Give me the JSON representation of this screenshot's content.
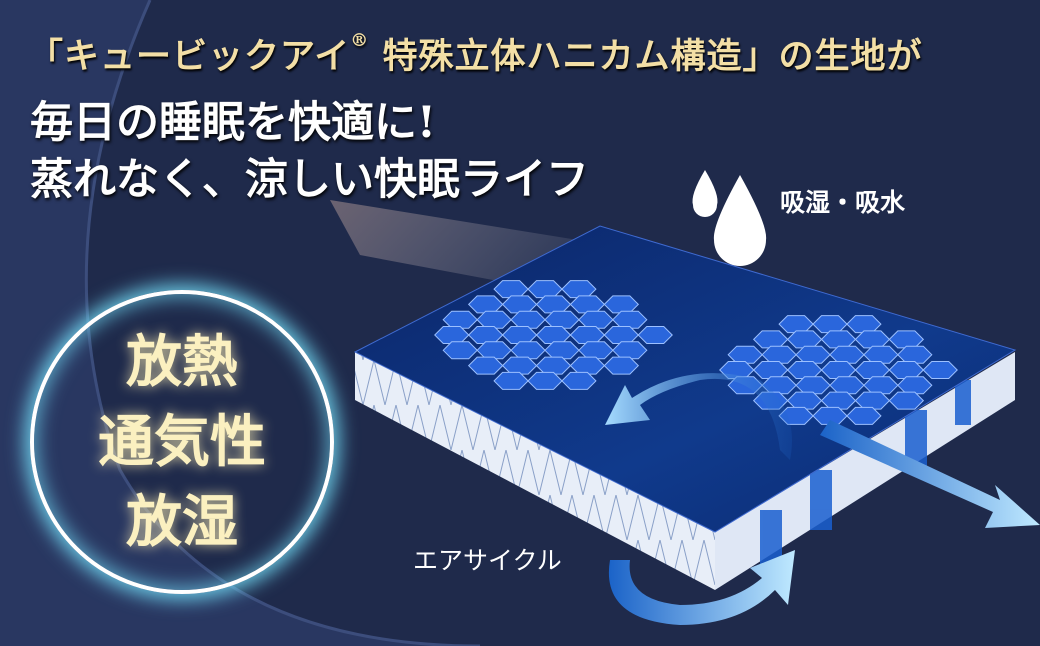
{
  "headline": {
    "before": "「キュービックアイ",
    "mark": "®",
    "after": " 特殊立体ハニカム構造」の生地が"
  },
  "tagline": [
    "毎日の睡眠を快適に!",
    "蒸れなく、涼しい快眠ライフ"
  ],
  "labels": {
    "absorb": "吸湿・吸水",
    "air_cycle": "エアサイクル"
  },
  "features": [
    "放熱",
    "通気性",
    "放湿"
  ],
  "colors": {
    "background": "#1f2a4b",
    "gold": "#f3dfa6",
    "panel": "#0e2f7a",
    "hex": "#2f6fe0",
    "arrow": "#5ec6f5"
  }
}
